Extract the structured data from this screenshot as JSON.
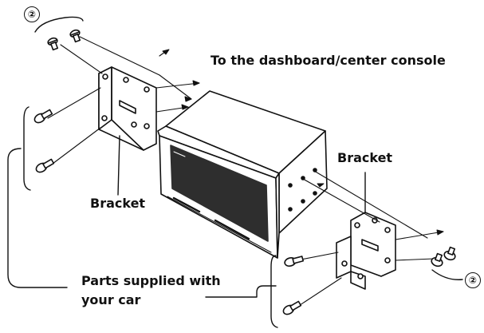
{
  "labels": {
    "dashboard": "To the dashboard/center console",
    "bracket_left": "Bracket",
    "bracket_right": "Bracket",
    "parts_line1": "Parts supplied with",
    "parts_line2": "your car",
    "callout_top": "②",
    "callout_bottom": "②"
  },
  "colors": {
    "line": "#111111",
    "screen": "#2e2e2e",
    "fill": "#ffffff"
  }
}
